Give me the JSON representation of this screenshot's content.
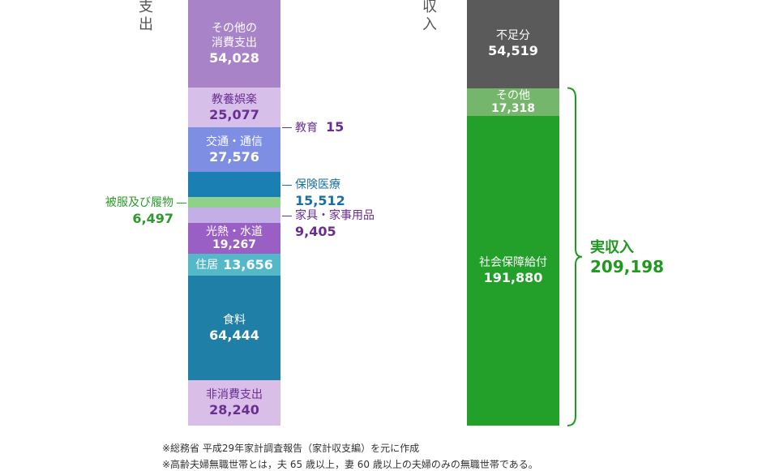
{
  "headings": {
    "expense": "支出",
    "income": "収入"
  },
  "chart_data": {
    "type": "stacked-bar",
    "unit": "",
    "expense": [
      {
        "label": "その他の消費支出",
        "lines": [
          "その他の",
          "消費支出"
        ],
        "value_text": "54,028",
        "value": 54028,
        "color": "#a883c8",
        "text_color": "#ffffff",
        "label_position": "inside"
      },
      {
        "label": "教養娯楽",
        "lines": [
          "教養娯楽"
        ],
        "value_text": "25,077",
        "value": 25077,
        "color": "#d6bfe8",
        "text_color": "#6a2e92",
        "label_position": "inside"
      },
      {
        "label": "教育",
        "lines": [
          "教育"
        ],
        "value_text": "15",
        "value": 15,
        "color": "#7d4aa8",
        "text_color": "#6a2e92",
        "label_position": "callout-right"
      },
      {
        "label": "交通・通信",
        "lines": [
          "交通・通信"
        ],
        "value_text": "27,576",
        "value": 27576,
        "color": "#7e8ee2",
        "text_color": "#ffffff",
        "label_position": "inside"
      },
      {
        "label": "保険医療",
        "lines": [
          "保険医療"
        ],
        "value_text": "15,512",
        "value": 15512,
        "color": "#1a7fb2",
        "text_color": "#1a6fa0",
        "label_position": "callout-right"
      },
      {
        "label": "被服及び履物",
        "lines": [
          "被服及び履物"
        ],
        "value_text": "6,497",
        "value": 6497,
        "color": "#8fd18a",
        "text_color": "#2e9a2e",
        "label_position": "callout-left"
      },
      {
        "label": "家具・家事用品",
        "lines": [
          "家具・家事用品"
        ],
        "value_text": "9,405",
        "value": 9405,
        "color": "#c3aee6",
        "text_color": "#6a2e92",
        "label_position": "callout-right"
      },
      {
        "label": "光熱・水道",
        "lines": [
          "光熱・水道"
        ],
        "value_text": "19,267",
        "value": 19267,
        "color": "#9a5fc4",
        "text_color": "#ffffff",
        "label_position": "inside-small"
      },
      {
        "label": "住居",
        "lines": [
          "住居"
        ],
        "value_text": "13,656",
        "value": 13656,
        "color": "#55b8c9",
        "text_color": "#ffffff",
        "label_position": "inside-inline"
      },
      {
        "label": "食料",
        "lines": [
          "食料"
        ],
        "value_text": "64,444",
        "value": 64444,
        "color": "#1f7fa6",
        "text_color": "#ffffff",
        "label_position": "inside"
      },
      {
        "label": "非消費支出",
        "lines": [
          "非消費支出"
        ],
        "value_text": "28,240",
        "value": 28240,
        "color": "#d9bfe8",
        "text_color": "#6a2e92",
        "label_position": "inside"
      }
    ],
    "income": [
      {
        "label": "不足分",
        "lines": [
          "不足分"
        ],
        "value_text": "54,519",
        "value": 54519,
        "color": "#5a5a5a",
        "text_color": "#ffffff",
        "label_position": "inside"
      },
      {
        "label": "その他",
        "lines": [
          "その他"
        ],
        "value_text": "17,318",
        "value": 17318,
        "color": "#74b66c",
        "text_color": "#ffffff",
        "label_position": "inside-small"
      },
      {
        "label": "社会保障給付",
        "lines": [
          "社会保障給付"
        ],
        "value_text": "191,880",
        "value": 191880,
        "color": "#22a02a",
        "text_color": "#ffffff",
        "label_position": "inside"
      }
    ],
    "real_income": {
      "label": "実収入",
      "value_text": "209,198",
      "value": 209198,
      "color": "#1f9a1f"
    }
  },
  "notes": [
    "※総務省 平成29年家計調査報告（家計収支編）を元に作成",
    "※高齢夫婦無職世帯とは，夫 65 歳以上，妻 60 歳以上の夫婦のみの無職世帯である。"
  ]
}
